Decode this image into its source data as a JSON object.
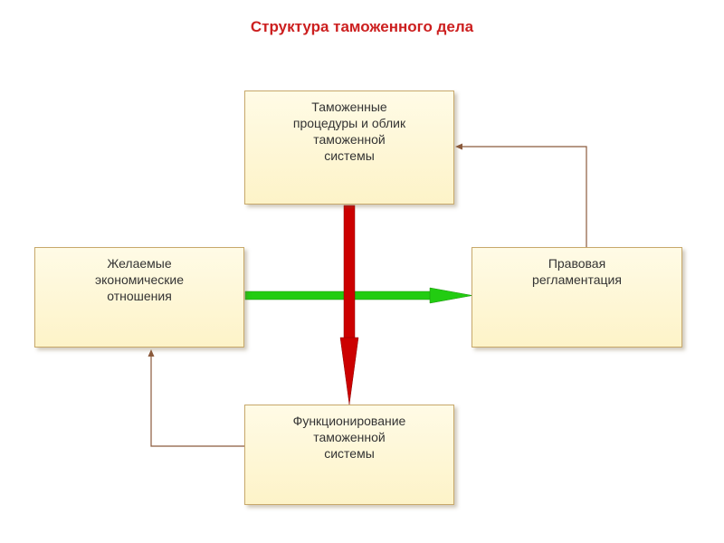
{
  "title": "Структура таможенного дела",
  "nodes": {
    "top": "Таможенные\nпроцедуры и облик\nтаможенной\nсистемы",
    "left": "Желаемые\nэкономические\nотношения",
    "right": "Правовая\nрегламентация",
    "bottom": "Функционирование\nтаможенной\nсистемы"
  },
  "colors": {
    "title": "#cc1f1f",
    "box_fill": "#fdf3c8",
    "box_border": "#c7a86a",
    "arrow_red": "#cc0000",
    "arrow_green": "#22cc11",
    "connector": "#8b5a3c"
  },
  "edges": [
    {
      "from": "left",
      "to": "right",
      "style": "thick-green"
    },
    {
      "from": "top",
      "to": "bottom",
      "style": "thick-red"
    },
    {
      "from": "right",
      "to": "top",
      "style": "thin"
    },
    {
      "from": "bottom",
      "to": "left",
      "style": "thin"
    }
  ]
}
